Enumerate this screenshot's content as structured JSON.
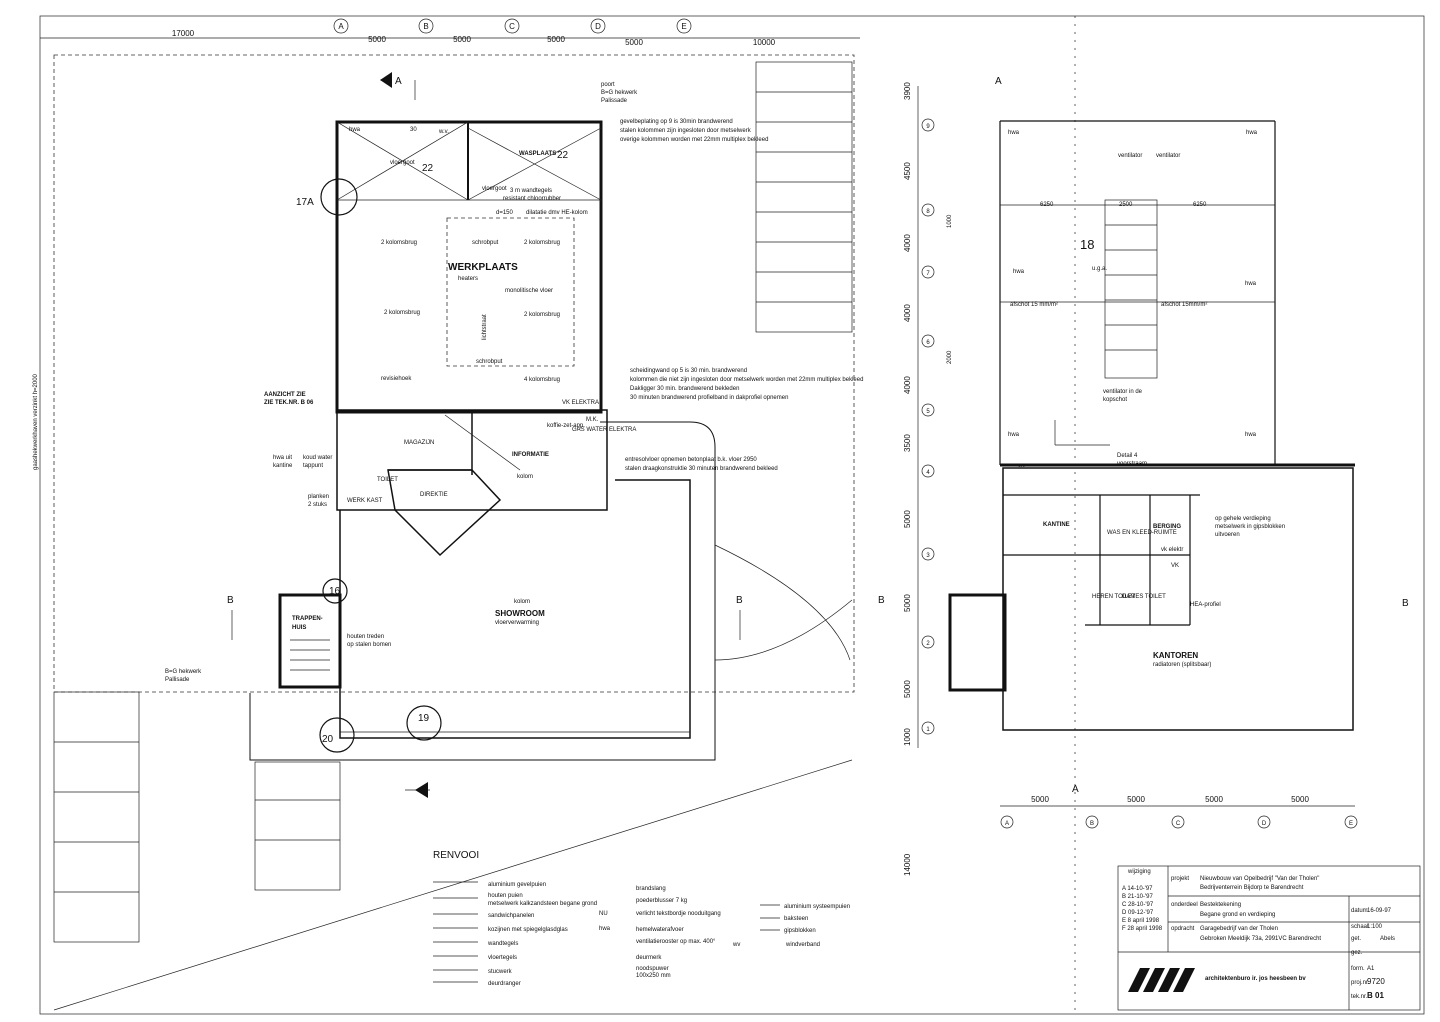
{
  "grid_top": {
    "labels": [
      "A",
      "B",
      "C",
      "D",
      "E"
    ],
    "dims": [
      "17000",
      "5000",
      "5000",
      "5000",
      "5000",
      "10000"
    ]
  },
  "grid_right": {
    "labels": [
      "9",
      "8",
      "7",
      "6",
      "5",
      "4",
      "3",
      "2",
      "1"
    ],
    "dims": [
      "3900",
      "4500",
      "4000",
      "4000",
      "4000",
      "3500",
      "5000",
      "5000",
      "5000",
      "1000",
      "14000"
    ],
    "small_dims": [
      "1000",
      "2000"
    ]
  },
  "grid_bottom_right": {
    "labels": [
      "A",
      "B",
      "C",
      "D",
      "E"
    ],
    "dims": [
      "5000",
      "5000",
      "5000",
      "5000"
    ]
  },
  "left_vertical_text": "gaashekwerkhaven verzinkt h=2000",
  "ground_floor": {
    "notes": {
      "poort": "poort",
      "poort2": "B=G hekwerk",
      "poort3": "Palissade",
      "gevel1": "gevelbeplating op 9 is 30min brandwerend",
      "gevel2": "stalen kolommen zijn ingesloten door metselwerk",
      "gevel3": "overige kolommen worden met 22mm multiplex bekleed",
      "schei1": "scheidingwand op 5 is 30 min. brandwerend",
      "schei2": "kolommen die niet zijn ingesloten door metselwerk worden met 22mm multiplex bekleed",
      "schei3": "Dakligger 30 min. brandwerend bekleden",
      "schei4": "30 minuten brandwerend profielband in      dakprofiel opnemen",
      "entresol1": "entresolvloer opnemen betonplaat b.k. vloer  2950",
      "entresol2": "stalen draagkonstruktie 30 minuten brandwerend bekleed",
      "aanzicht1": "AANZICHT ZIE",
      "aanzicht2": "ZIE TEK.NR. B 06",
      "hwa_kantine1": "hwa uit",
      "hwa_kantine2": "kantine",
      "koudwater1": "koud water",
      "koudwater2": "tappunt",
      "planken1": "planken",
      "planken2": "2 stuks",
      "hekwerk1": "B=G hekwerk",
      "hekwerk2": "Pallisade",
      "houten1": "houten treden",
      "houten2": "op stalen bomen",
      "werkkast": "WERK KAST",
      "toilet": "TOILET",
      "direktie": "DIREKTIE",
      "magazijn": "MAGAZIJN",
      "informatie": "INFORMATIE",
      "kolom1": "kolom",
      "kolom2": "kolom",
      "koffie": "koffie-zet-app.",
      "gas": "GAS WATER ELEKTRA",
      "mk": "M.K.",
      "vk": "VK ELEKTRA",
      "vloergoot1": "vloergoot",
      "vloergoot2": "vloergoot",
      "wasplaats": "WASPLAATS",
      "wandtegels1": "3 m wandtegels",
      "wandtegels2": "resistant chloorrubber",
      "dilatatie": "dilatatie  dmv HE-kolom",
      "d150": "d=150",
      "werkplaats": "WERKPLAATS",
      "heaters": "heaters",
      "mono": "monolitische vloer",
      "brug1": "2 kolomsbrug",
      "brug2": "2 kolomsbrug",
      "brug3": "2 kolomsbrug",
      "brug4": "2 kolomsbrug",
      "brug5": "4 kolomsbrug",
      "revisie": "revisiehoek",
      "schrob1": "schrobput",
      "schrob2": "schrobput",
      "lichtstraat": "lichtstraat",
      "showroom": "SHOWROOM",
      "showroom_sub": "vloerverwarming",
      "trappen1": "TRAPPEN-",
      "trappen2": "HUIS",
      "wv": "w.v.",
      "hwa": "hwa",
      "nr22a": "22",
      "nr22b": "22",
      "nr30": "30",
      "nr17a": "17A",
      "nr16": "16",
      "nr19": "19",
      "nr20": "20",
      "sec_a": "A",
      "sec_b": "B"
    }
  },
  "upper_floor": {
    "notes": {
      "hwa1": "hwa",
      "hwa2": "hwa",
      "hwa3": "hwa",
      "hwa4": "hwa",
      "hwa5": "hwa",
      "hwa6": "hwa",
      "vent1": "ventilator",
      "vent2": "ventilator",
      "d6250a": "6250",
      "d2500": "2500",
      "d6250b": "6250",
      "nr18": "18",
      "uga": "u.g.a.",
      "afschot1": "afschot 15 mm/m²",
      "afschot2": "afschot 15mm/m²",
      "ventkop1": "ventilator in de",
      "ventkop2": "kopschot",
      "detail1": "Detail 4",
      "detail2": "voorstraam",
      "kantine": "KANTINE",
      "was": "WAS EN KLEED-RUIMTE",
      "berging": "BERGING",
      "heren": "HEREN TOILET",
      "dames": "DAMES TOILET",
      "vk": "VK",
      "vkelek": "vk elektr",
      "verdieping1": "op gehele verdieping",
      "verdieping2": "metselwerk in gipsblokken",
      "verdieping3": "uitvoeren",
      "hea": "HEA-profiel",
      "kantoren": "KANTOREN",
      "kantoren_sub": "radiatoren (splitsbaar)",
      "wv": "wv",
      "sec_a": "A",
      "sec_b": "B"
    }
  },
  "legend": {
    "title": "RENVOOI",
    "col1": [
      "aluminium gevelpuien",
      "houten puien",
      "metselwerk kalkzandsteen  begane grond",
      "sandwichpanelen",
      "kozijnen met spiegelglasdglas",
      "wandtegels",
      "vloertegels",
      "stucwerk",
      "deurdranger"
    ],
    "col2": [
      "brandslang",
      "poederblusser 7 kg",
      "verlicht tekstbordje nooduitgang",
      "hemelwaterafvoer",
      "ventilatierooster op max. 400°",
      "deurmerk",
      "noodspuwer",
      "100x250 mm"
    ],
    "col2_symbols": [
      "NU",
      "hwa",
      "wv"
    ],
    "col3": [
      "aluminium systeempuien",
      "baksteen",
      "gipsblokken",
      "windverband"
    ]
  },
  "title_block": {
    "wijziging_label": "wijziging",
    "revisions": [
      "A  14-10-'97",
      "B  21-10-'97",
      "C  28-10-'97",
      "D  09-12-'97",
      "E  8 april 1998",
      "F  28 april 1998"
    ],
    "projekt_label": "projekt",
    "projekt_line1": "Nieuwbouw van Opelbedrijf \"Van der Tholen\"",
    "projekt_line2": "Bedrijventerrein Bijdorp te Barendrecht",
    "onderdeel_label": "onderdeel",
    "onderdeel_line1": "Bestektekening",
    "onderdeel_line2": "Begane grond en verdieping",
    "opdracht_label": "opdracht",
    "opdracht_line1": "Garagebedrijf van der Tholen",
    "opdracht_line2": "Gebroken Meeldijk 73a, 2991VC Barendrecht",
    "datum_label": "datum",
    "datum_value": "16-09-97",
    "schaal_label": "schaal",
    "schaal_value": "1:100",
    "get_label": "get.",
    "get_value": "Abels",
    "gez_label": "gez.",
    "gez_value": "",
    "form_label": "form.",
    "form_value": "A1",
    "projnr_label": "proj.nr.",
    "projnr_value": "9720",
    "teknr_label": "tek.nr.",
    "teknr_value": "B 01",
    "firm": "architektenburo ir. jos heesbeen bv"
  }
}
